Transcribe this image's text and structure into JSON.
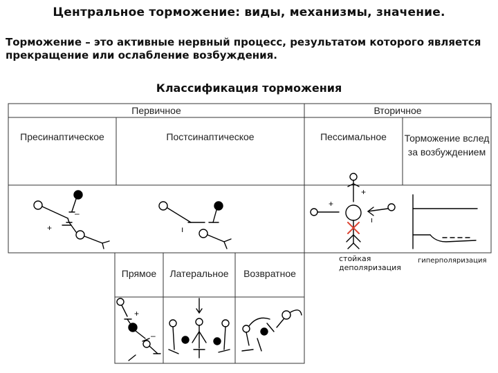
{
  "title": "Центральное торможение: виды, механизмы, значение.",
  "definition": "Торможение – это активные нервный процесс, результатом которого является прекращение или ослабление возбуждения.",
  "classification_title": "Классификация торможения",
  "table": {
    "groups": [
      {
        "label": "Первичное"
      },
      {
        "label": "Вторичное"
      }
    ],
    "primary_types": [
      "Пресинаптическое",
      "Постсинаптическое"
    ],
    "secondary_types": [
      "Пессимальное",
      "Торможение вслед за возбуждением"
    ],
    "postsynaptic_subtypes": [
      "Прямое",
      "Латеральное",
      "Возвратное"
    ]
  },
  "diagram_notes": {
    "pessimal": "стойкая деполяризация",
    "after_excitation": "гиперполяризация",
    "plus_sign": "+",
    "minus_sign": "–"
  }
}
